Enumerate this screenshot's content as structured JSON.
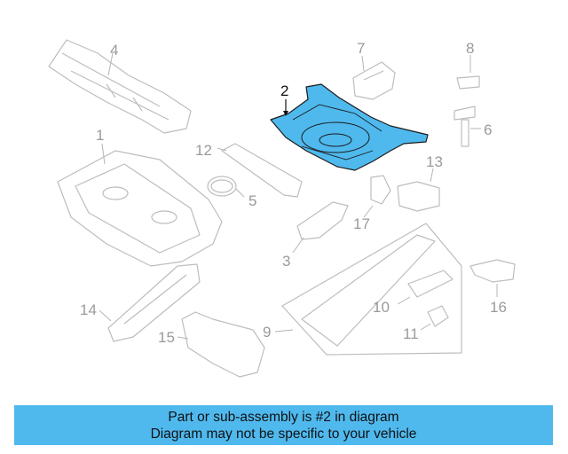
{
  "diagram": {
    "highlight_color": "#4fb9ee",
    "callouts": [
      {
        "id": "1",
        "label": "1"
      },
      {
        "id": "2",
        "label": "2"
      },
      {
        "id": "3",
        "label": "3"
      },
      {
        "id": "4",
        "label": "4"
      },
      {
        "id": "5",
        "label": "5"
      },
      {
        "id": "6",
        "label": "6"
      },
      {
        "id": "7",
        "label": "7"
      },
      {
        "id": "8",
        "label": "8"
      },
      {
        "id": "9",
        "label": "9"
      },
      {
        "id": "10",
        "label": "10"
      },
      {
        "id": "11",
        "label": "11"
      },
      {
        "id": "12",
        "label": "12"
      },
      {
        "id": "13",
        "label": "13"
      },
      {
        "id": "14",
        "label": "14"
      },
      {
        "id": "15",
        "label": "15"
      },
      {
        "id": "16",
        "label": "16"
      }
    ]
  },
  "caption": {
    "line1": "Part or sub-assembly is #2 in diagram",
    "line2": "Diagram may not be specific to your vehicle",
    "background": "#4fb9ee"
  }
}
